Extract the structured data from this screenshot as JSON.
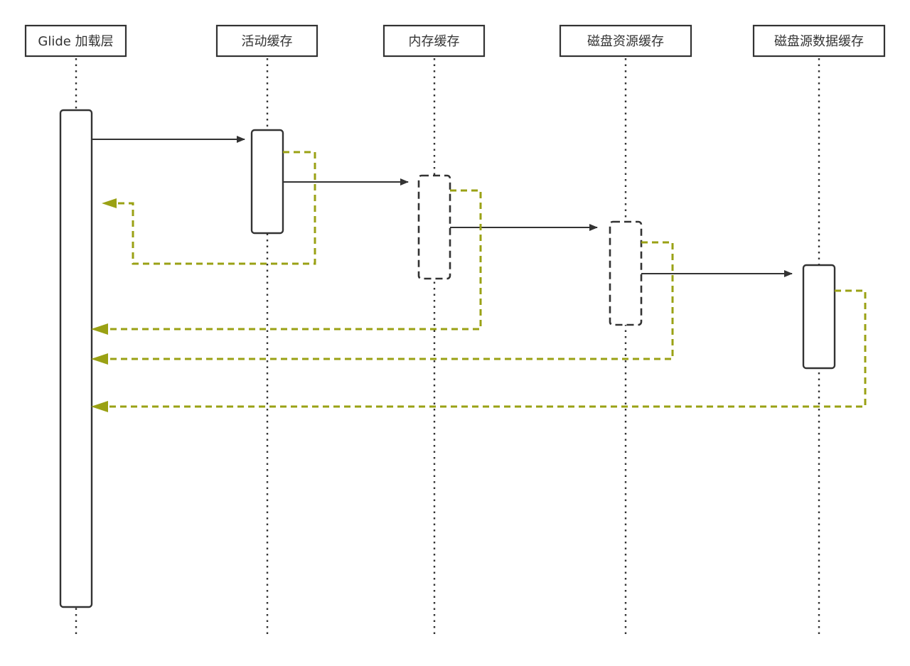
{
  "participants": [
    {
      "id": "glide",
      "label": "Glide 加载层"
    },
    {
      "id": "active",
      "label": "活动缓存"
    },
    {
      "id": "memory",
      "label": "内存缓存"
    },
    {
      "id": "disk-resource",
      "label": "磁盘资源缓存"
    },
    {
      "id": "disk-source",
      "label": "磁盘源数据缓存"
    }
  ],
  "colors": {
    "line": "#333333",
    "return_arrow": "#9aa114",
    "background": "#ffffff"
  }
}
